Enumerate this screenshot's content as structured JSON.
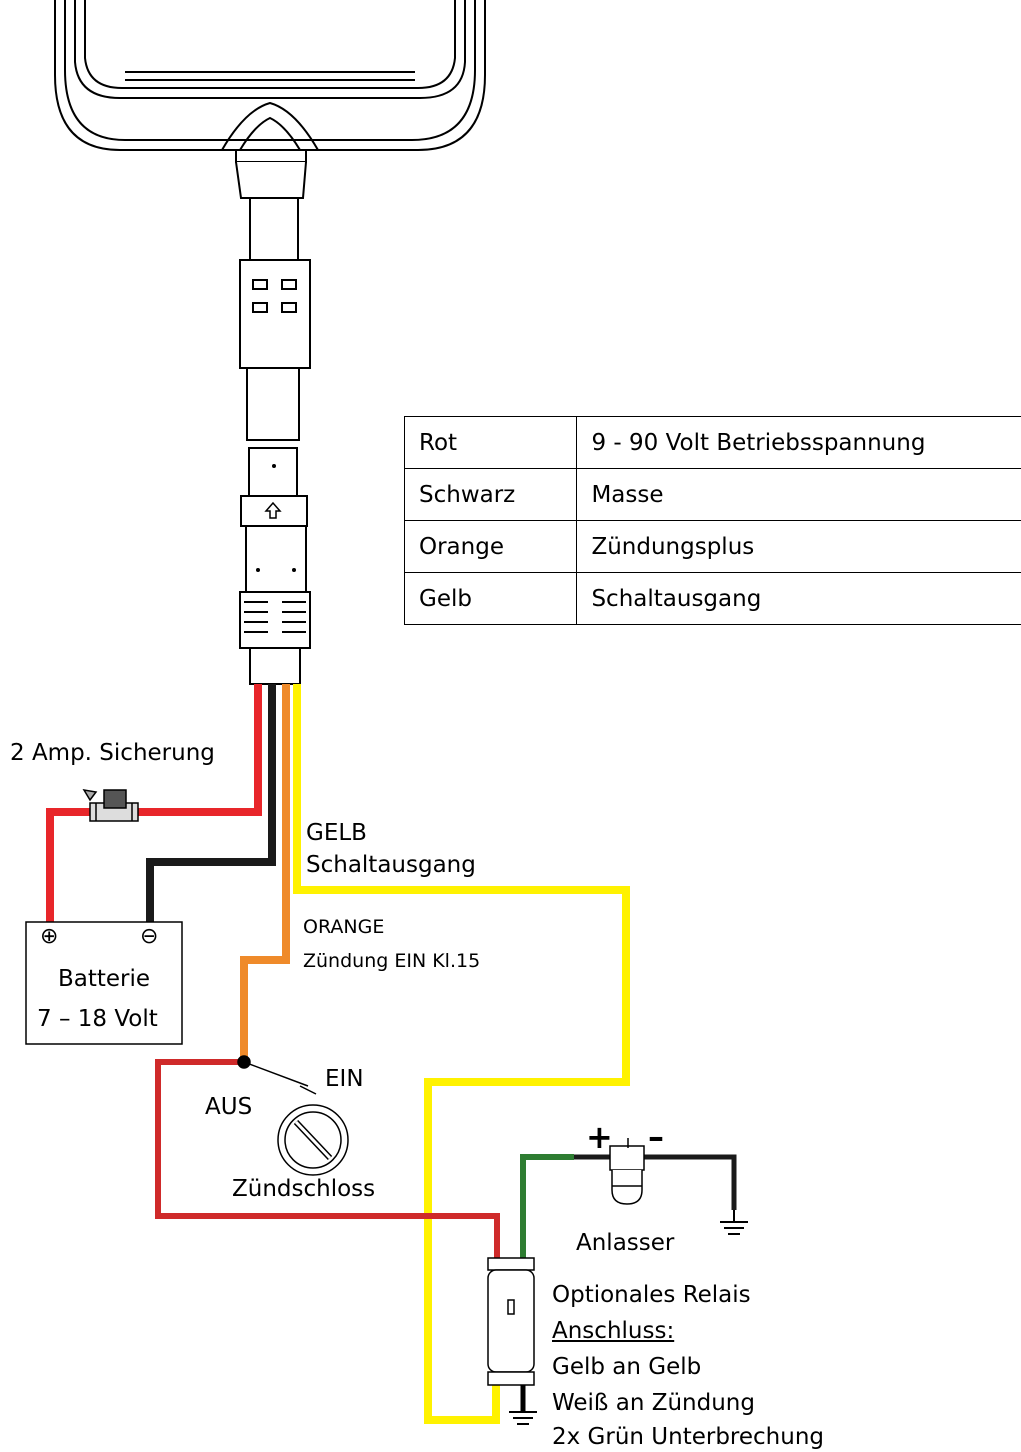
{
  "table": {
    "rows": [
      {
        "color": "Rot",
        "function": "9 - 90 Volt Betriebsspannung"
      },
      {
        "color": "Schwarz",
        "function": "Masse"
      },
      {
        "color": "Orange",
        "function": "Zündungsplus"
      },
      {
        "color": "Gelb",
        "function": "Schaltausgang"
      }
    ]
  },
  "labels": {
    "fuse": "2 Amp. Sicherung",
    "yellow_wire_1": "GELB",
    "yellow_wire_2": "Schaltausgang",
    "orange_wire_1": "ORANGE",
    "orange_wire_2": "Zündung EIN Kl.15",
    "battery_plus": "⊕",
    "battery_minus": "⊖",
    "battery_1": "Batterie",
    "battery_2": "7 – 18 Volt",
    "switch_on": "EIN",
    "switch_off": "AUS",
    "ignition_lock": "Zündschloss",
    "starter_plus": "+",
    "starter_minus": "–",
    "starter": "Anlasser",
    "relay_1": "Optionales Relais",
    "relay_2": "Anschluss:",
    "relay_3": "Gelb an Gelb",
    "relay_4": "Weiß an Zündung",
    "relay_5": "2x Grün Unterbrechung"
  },
  "colors": {
    "red_wire": "#e8262a",
    "dark_red_wire": "#cf2a2a",
    "black_wire": "#1a1a1a",
    "orange_wire": "#ef8a2a",
    "yellow_wire": "#fff200",
    "green_wire": "#2e7d32"
  }
}
